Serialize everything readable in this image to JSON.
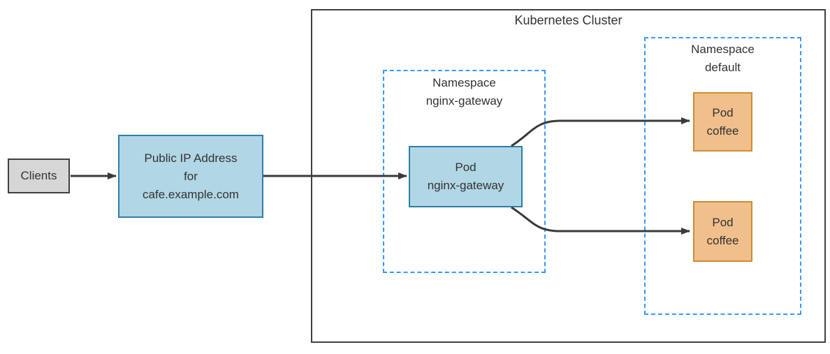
{
  "diagram": {
    "cluster_title": "Kubernetes Cluster",
    "clients": {
      "label": "Clients"
    },
    "public_ip": {
      "label": "Public IP Address\nfor\ncafe.example.com"
    },
    "namespace_nginx_gateway": {
      "label": "Namespace\nnginx-gateway",
      "pod_nginx_gateway": {
        "label": "Pod\nnginx-gateway"
      }
    },
    "namespace_default": {
      "label": "Namespace\ndefault",
      "pod_coffee_1": {
        "label": "Pod\ncoffee"
      },
      "pod_coffee_2": {
        "label": "Pod\ncoffee"
      }
    },
    "connections": [
      {
        "from": "Clients",
        "to": "Public IP Address for cafe.example.com"
      },
      {
        "from": "Public IP Address for cafe.example.com",
        "to": "Pod nginx-gateway"
      },
      {
        "from": "Pod nginx-gateway",
        "to": "Pod coffee (top)"
      },
      {
        "from": "Pod nginx-gateway",
        "to": "Pod coffee (bottom)"
      }
    ]
  },
  "colors": {
    "blue_fill": "#b1d6e5",
    "blue_stroke": "#2d7fa5",
    "orange_fill": "#f0bf8b",
    "orange_stroke": "#d18b35",
    "gray_fill": "#d6d6d6",
    "dark_stroke": "#404040",
    "dash_blue": "#3399ff",
    "line_color": "#3a3a3a",
    "text_color": "#333333"
  }
}
